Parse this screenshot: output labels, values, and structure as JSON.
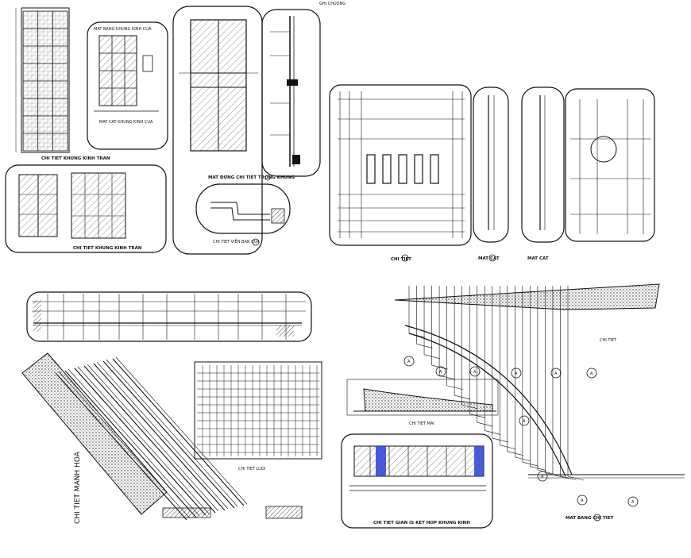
{
  "sheet": {
    "top_right_note": "GHI CHUONG"
  },
  "panels": {
    "window_facade": {
      "title": "CHI TIET KHUNG KINH TRAN"
    },
    "window_frame": {
      "heading": "MAT BANG KHUNG KINH CUA",
      "title": "MAT CAT KHUNG KINH CUA"
    },
    "tall_door": {
      "title": "MAT ĐỨNG CHI TIET TRONG KHUNG"
    },
    "tall_section": {
      "title": "MAT CAT"
    },
    "plan_oval": {
      "title": "CHI TIET VIỀN BAN CUA"
    },
    "door_pair": {
      "title": "CHI TIET KHUNG KINH TRAN"
    },
    "elevation_right": {
      "title": "CHI TIET",
      "sec1": "MAT CAT",
      "sec2": "MAT CAT"
    },
    "canopy": {
      "vertical_title": "CHI TIET MANH HOA"
    },
    "grid_elev": {
      "title": "CHI TIET LUOI"
    },
    "curve_detail": {
      "title": "CHI TIET MAI"
    },
    "glass_elev": {
      "title": "CHI TIET GIAN IS KET HOP KHUNG KINH"
    },
    "radial": {
      "title": "MAT BANG CHI TIET",
      "label_a": "CHI TIET",
      "axis": "A"
    }
  }
}
